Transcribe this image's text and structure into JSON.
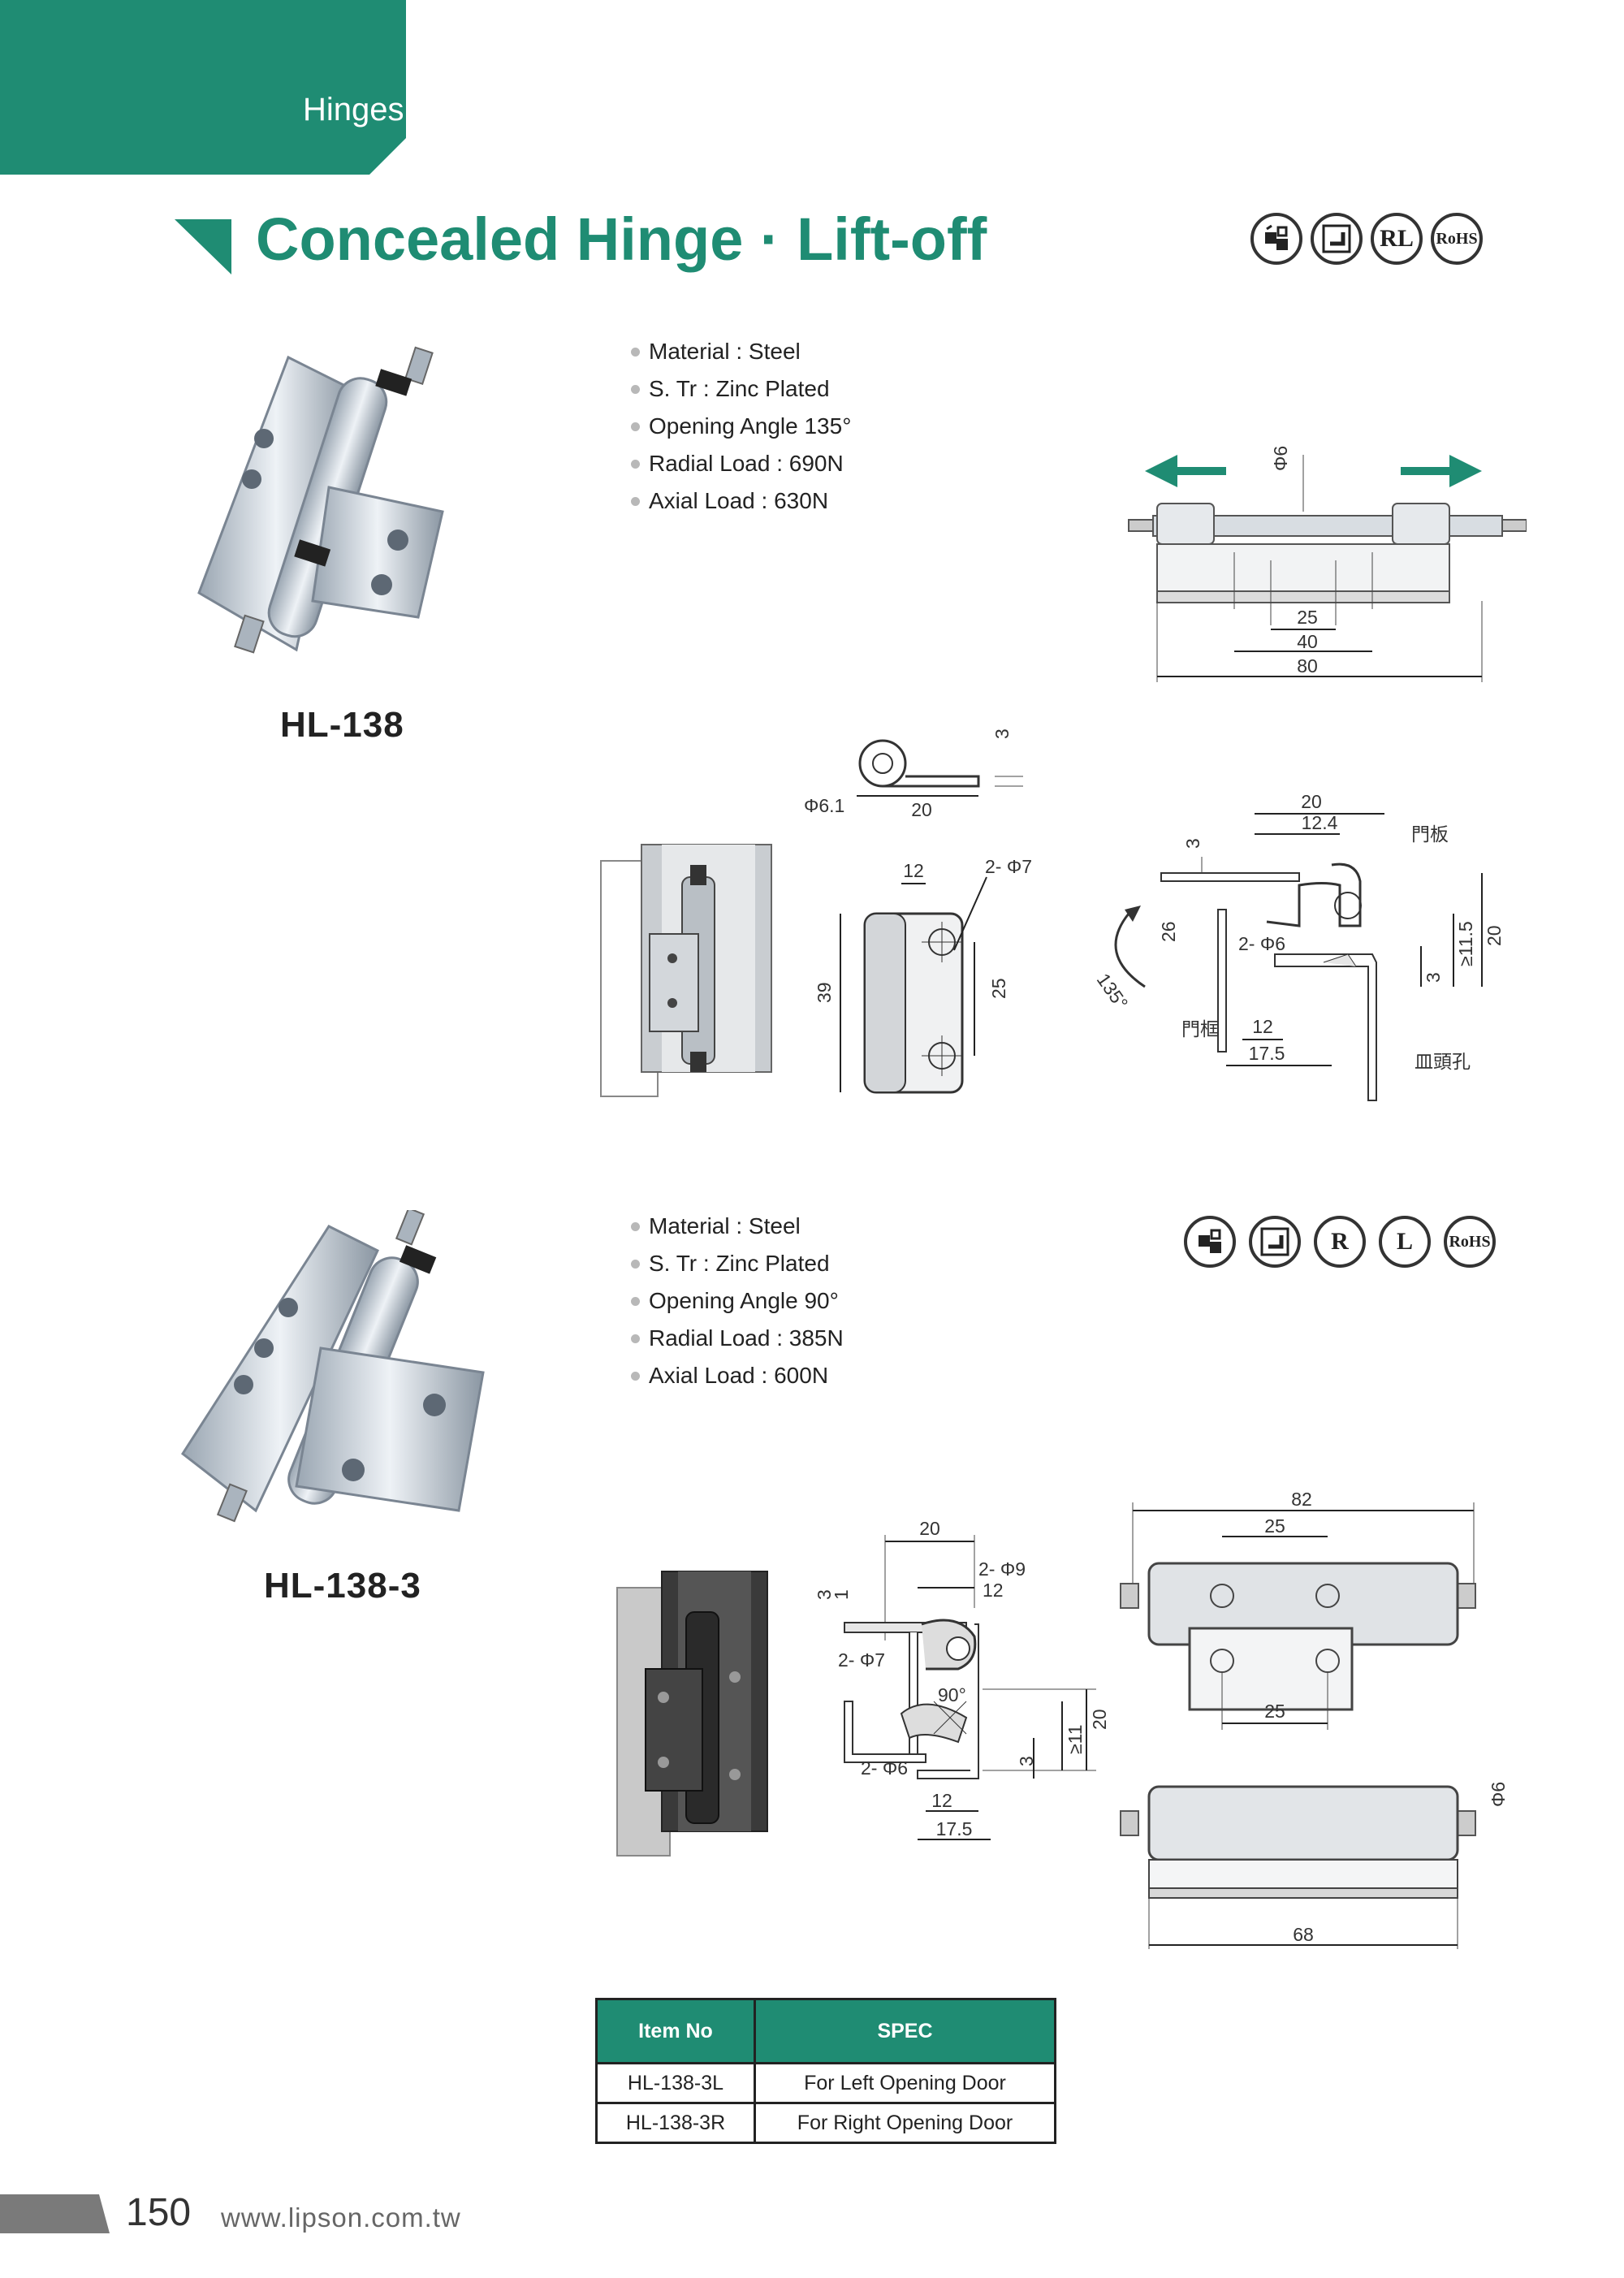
{
  "header": {
    "section_tab": "Hinges",
    "title": "Concealed Hinge · Lift-off"
  },
  "badges_top": [
    "RL",
    "RoHS"
  ],
  "badges_bottom": [
    "R",
    "L",
    "RoHS"
  ],
  "product1": {
    "model": "HL-138",
    "specs": [
      "Material : Steel",
      "S. Tr : Zinc Plated",
      "Opening Angle 135°",
      "Radial Load : 690N",
      "Axial Load : 630N"
    ],
    "dims_top": {
      "d6": "Φ6",
      "d25": "25",
      "d40": "40",
      "d80": "80"
    },
    "dims_mid": {
      "d61": "Φ6.1",
      "d20": "20",
      "d3": "3",
      "d12": "12",
      "d2x7": "2- Φ7",
      "d39": "39",
      "d25": "25"
    },
    "dims_right": {
      "d20": "20",
      "d124": "12.4",
      "d3": "3",
      "door_panel": "門板",
      "d26": "26",
      "d2x6": "2- Φ6",
      "d115": "≥11.5",
      "d20v": "20",
      "d3b": "3",
      "angle": "135°",
      "door_frame": "門框",
      "d12": "12",
      "d175": "17.5",
      "countersink": "皿頭孔"
    }
  },
  "product2": {
    "model": "HL-138-3",
    "specs": [
      "Material : Steel",
      "S. Tr : Zinc Plated",
      "Opening Angle 90°",
      "Radial Load : 385N",
      "Axial Load : 600N"
    ],
    "dims_mid": {
      "d20": "20",
      "d2x9": "2- Φ9",
      "d12": "12",
      "d3": "3",
      "d1": "1",
      "d2x7": "2- Φ7",
      "a90": "90°",
      "d20v": "20",
      "d2x6": "2- Φ6",
      "d3b": "3",
      "d11": "≥11",
      "d12b": "12",
      "d175": "17.5"
    },
    "dims_right": {
      "d82": "82",
      "d25a": "25",
      "d25b": "25",
      "d6": "Φ6",
      "d68": "68"
    }
  },
  "spec_table": {
    "headers": [
      "Item No",
      "SPEC"
    ],
    "rows": [
      [
        "HL-138-3L",
        "For Left Opening Door"
      ],
      [
        "HL-138-3R",
        "For Right Opening Door"
      ]
    ]
  },
  "footer": {
    "page_number": "150",
    "website": "www.lipson.com.tw"
  },
  "colors": {
    "brand_green": "#1f8c73",
    "footer_gray": "#7a7a7a"
  }
}
